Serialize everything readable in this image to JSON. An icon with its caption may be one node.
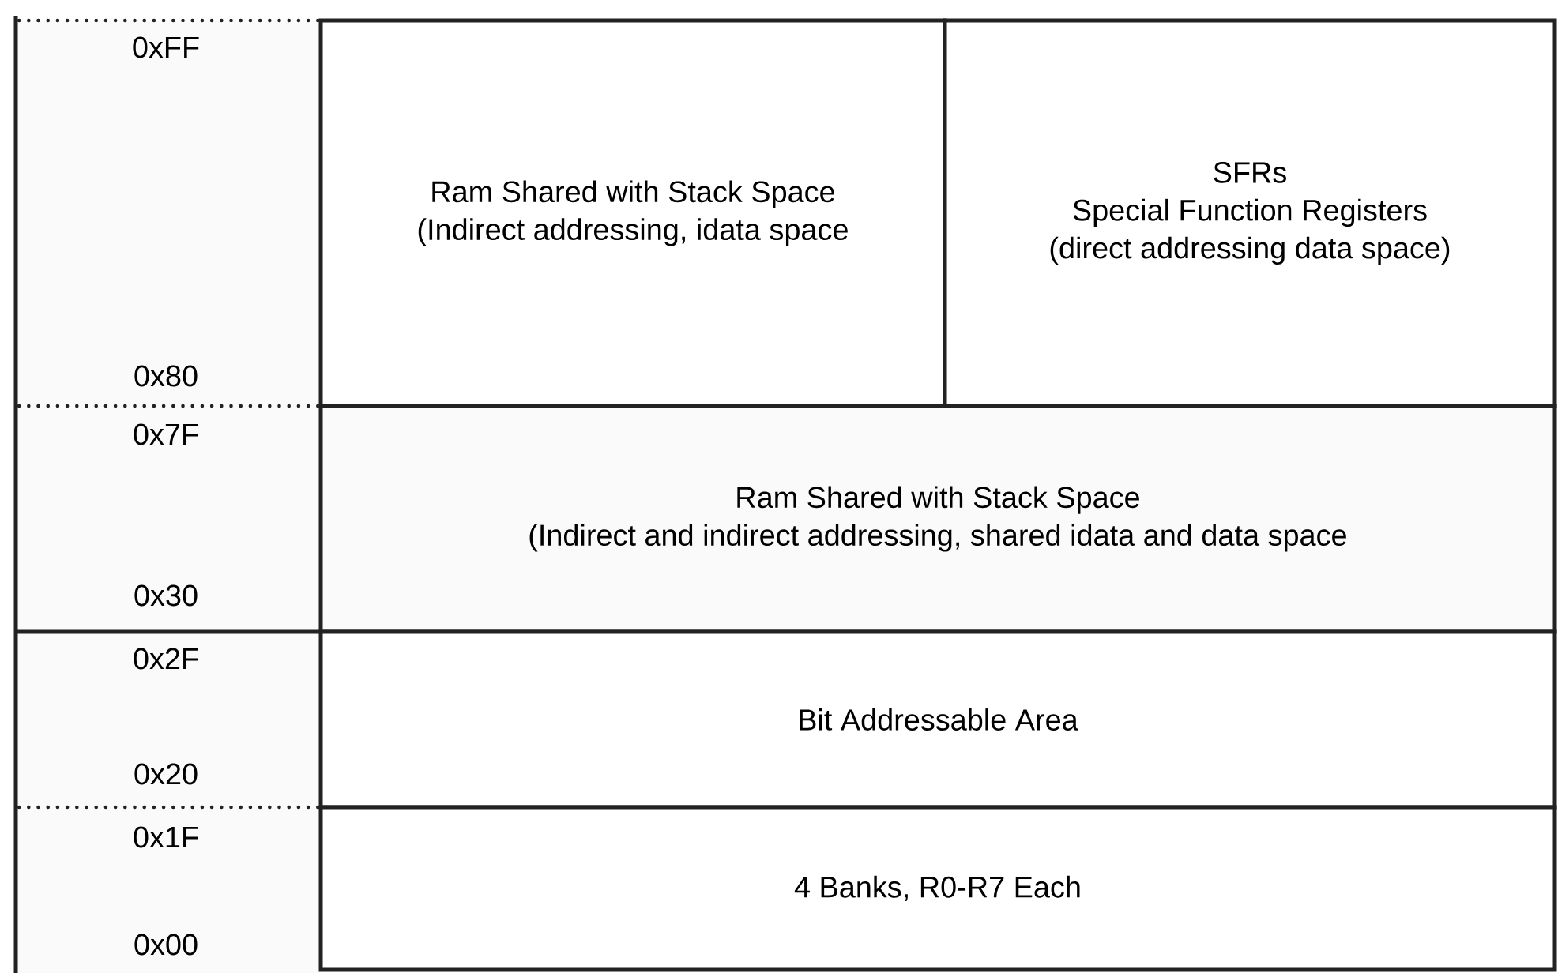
{
  "diagram": {
    "nodes": [
      {
        "text": [
          "Ram Shared with Stack Space",
          "(Indirect addressing, idata space"
        ]
      },
      {
        "text": [
          "SFRs",
          "Special Function Registers",
          "(direct addressing data space)"
        ]
      },
      {
        "text": [
          "Ram Shared with Stack Space",
          "(Indirect and indirect addressing, shared idata and data space"
        ]
      },
      {
        "text": [
          "Bit Addressable Area"
        ]
      },
      {
        "text": [
          "4 Banks, R0-R7 Each"
        ]
      }
    ],
    "labels": [
      "0xFF",
      "0x80",
      "0x7F",
      "0x30",
      "0x2F",
      "0x20",
      "0x1F",
      "0x00"
    ]
  }
}
